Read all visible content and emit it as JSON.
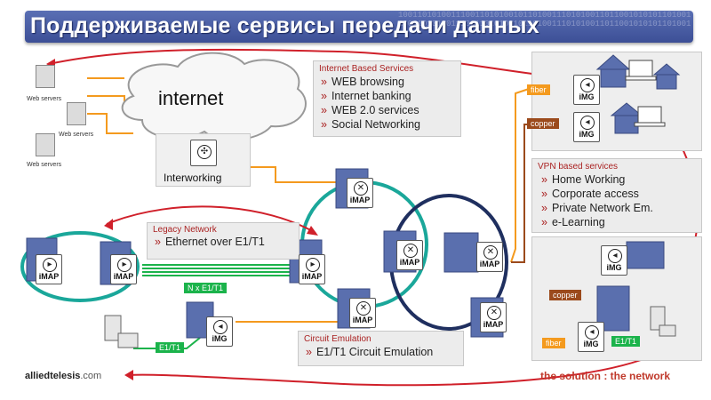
{
  "title": "Поддерживаемые сервисы передачи данных",
  "binary_decor": "1001101010011100110101001011010011101010011011001010101101001110101",
  "cloud_label": "internet",
  "interworking_label": "Interworking",
  "web_servers_label": "Web servers",
  "internet_services": {
    "title": "Internet Based Services",
    "items": [
      "WEB browsing",
      "Internet banking",
      "WEB 2.0 services",
      "Social Networking"
    ]
  },
  "vpn_services": {
    "title": "VPN based services",
    "items": [
      "Home Working",
      "Corporate access",
      "Private Network  Em.",
      "e-Learning"
    ]
  },
  "legacy": {
    "title": "Legacy Network",
    "items": [
      "Ethernet over E1/T1"
    ]
  },
  "circuit": {
    "title": "Circuit Emulation",
    "items": [
      "E1/T1 Circuit Emulation"
    ]
  },
  "bullet": "»",
  "link_labels": {
    "fiber": "fiber",
    "copper": "copper",
    "nxe1t1": "N x E1/T1",
    "e1t1": "E1/T1"
  },
  "device_labels": {
    "imap": "iMAP",
    "img": "iMG"
  },
  "footer": {
    "brand": "alliedtelesis",
    "domain": ".com",
    "tagline": "the solution : the network"
  },
  "colors": {
    "title_bg": "#4659a5",
    "red_link": "#d0202a",
    "orange_link": "#f49a1e",
    "green_link": "#1bb34b",
    "teal_ring": "#1aa79a",
    "navy_ring": "#1f2f5f"
  }
}
